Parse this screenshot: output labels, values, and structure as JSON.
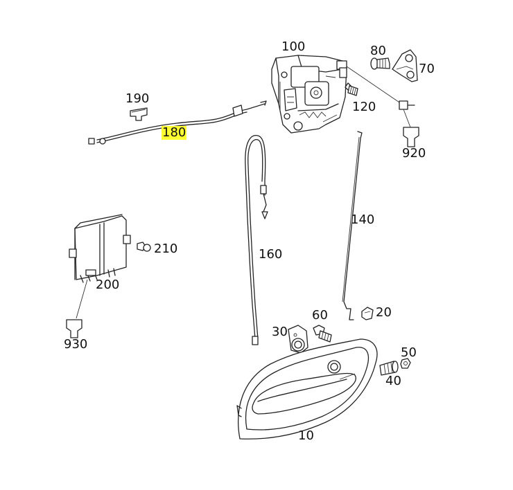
{
  "diagram": {
    "highlighted_part": "180",
    "highlight_color": "#ffff33",
    "parts": [
      {
        "id": "p100",
        "label": "100",
        "name": "door-lock"
      },
      {
        "id": "p80",
        "label": "80",
        "name": "striker-bolt"
      },
      {
        "id": "p70",
        "label": "70",
        "name": "striker-plate"
      },
      {
        "id": "p120",
        "label": "120",
        "name": "lock-screw"
      },
      {
        "id": "p920",
        "label": "920",
        "name": "connector-lock"
      },
      {
        "id": "p190",
        "label": "190",
        "name": "cable-clip"
      },
      {
        "id": "p180",
        "label": "180",
        "name": "bowden-cable"
      },
      {
        "id": "p140",
        "label": "140",
        "name": "lock-rod"
      },
      {
        "id": "p160",
        "label": "160",
        "name": "inner-release-cable"
      },
      {
        "id": "p210",
        "label": "210",
        "name": "module-clip"
      },
      {
        "id": "p200",
        "label": "200",
        "name": "control-module"
      },
      {
        "id": "p930",
        "label": "930",
        "name": "connector-module"
      },
      {
        "id": "p20",
        "label": "20",
        "name": "rod-clip"
      },
      {
        "id": "p60",
        "label": "60",
        "name": "handle-bolt"
      },
      {
        "id": "p30",
        "label": "30",
        "name": "lock-cylinder"
      },
      {
        "id": "p50",
        "label": "50",
        "name": "nut"
      },
      {
        "id": "p40",
        "label": "40",
        "name": "screw"
      },
      {
        "id": "p10",
        "label": "10",
        "name": "door-handle"
      }
    ]
  }
}
